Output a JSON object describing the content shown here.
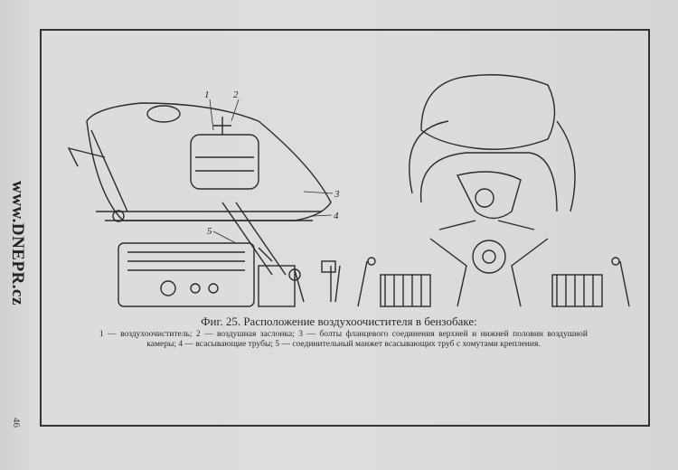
{
  "watermark": "www.DNEPR.cz",
  "page_number": "46",
  "figure": {
    "title": "Фиг. 25. Расположение воздухоочистителя в бензобаке:",
    "legend": "1 — воздухоочиститель; 2 — воздушная заслонка; 3 — болты фланцевого соединения верхней и нижней половин воздушной камеры; 4 — всасывающие трубы; 5 — соединительный манжет всасывающих труб с хомутами крепления.",
    "callouts": [
      "1",
      "2",
      "3",
      "4",
      "5"
    ]
  }
}
